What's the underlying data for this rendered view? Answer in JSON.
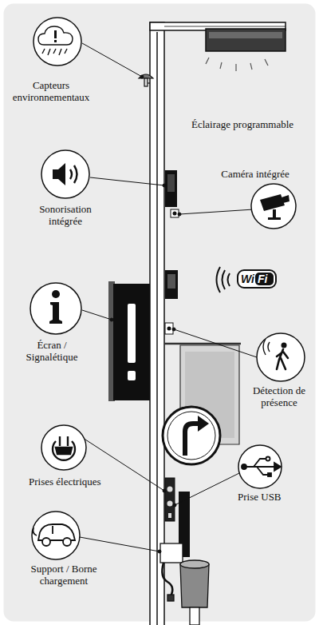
{
  "diagram": {
    "labels": [
      "Capteurs environnementaux",
      "Éclairage programmable",
      "Caméra intégrée",
      "Sonorisation intégrée",
      "Wi",
      "Fi",
      "Écran / Signalétique",
      "Détection de présence",
      "Prises électriques",
      "Prise USB",
      "Support / Borne chargement"
    ]
  }
}
